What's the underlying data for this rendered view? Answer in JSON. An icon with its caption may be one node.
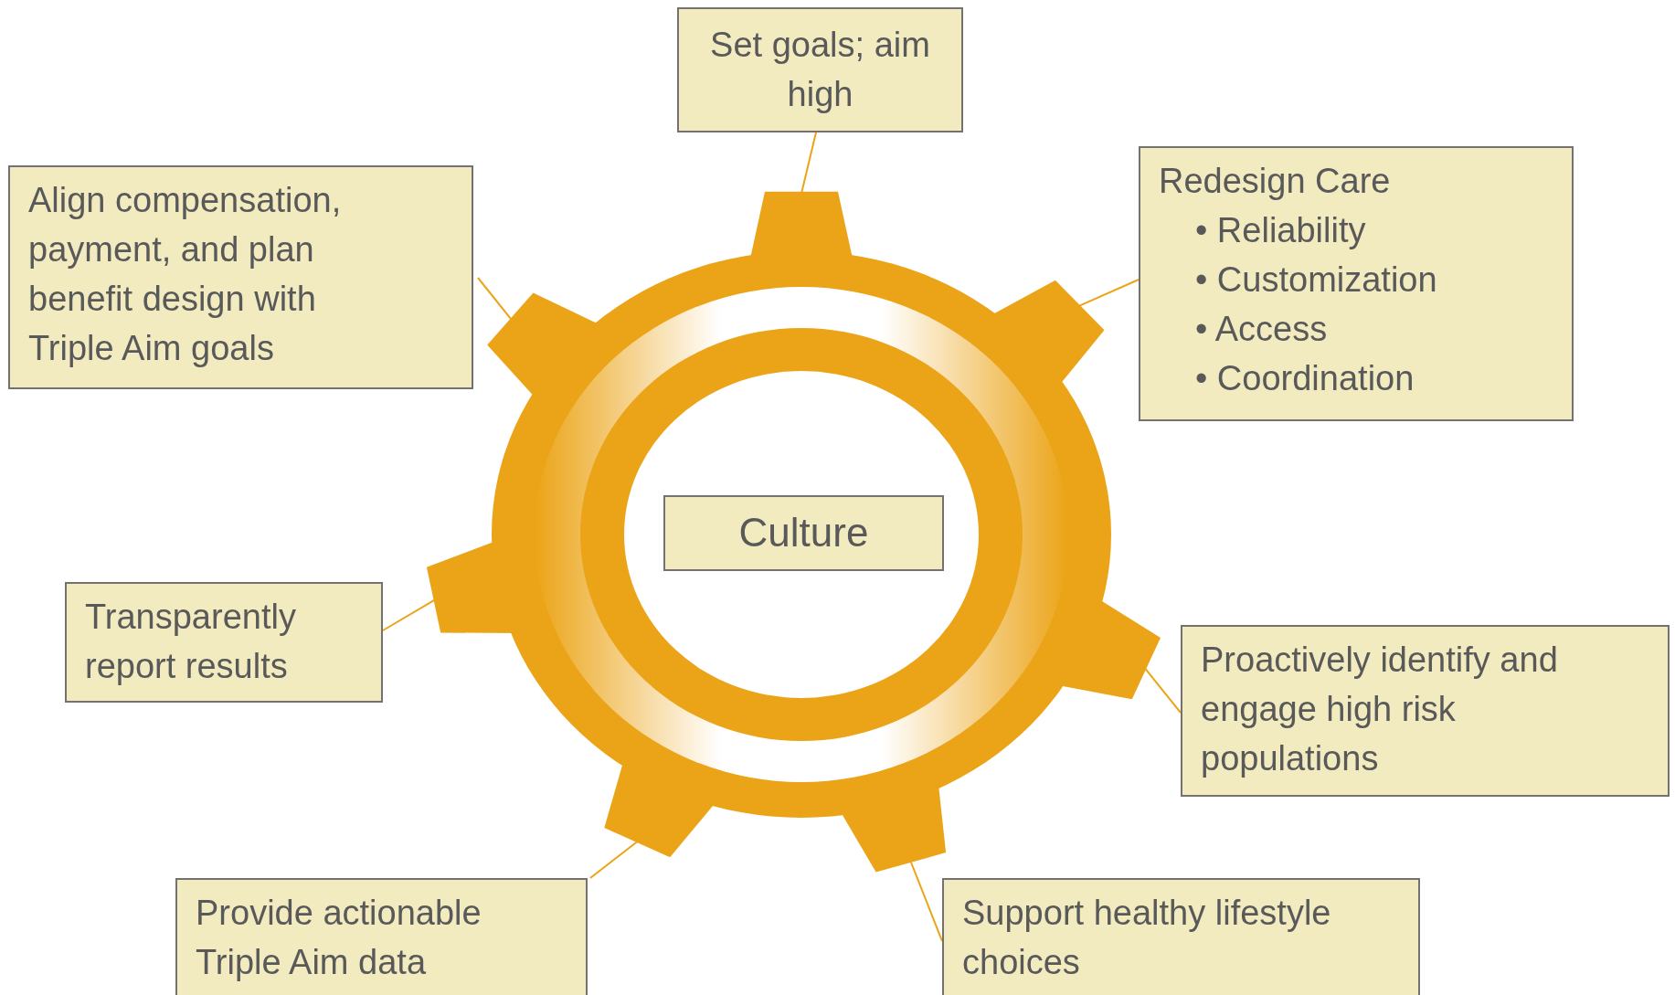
{
  "diagram": {
    "nodes": [
      {
        "text": [
          "Set goals; aim high"
        ]
      },
      {
        "text": [
          "Align compensation, payment, and plan benefit design with Triple Aim goals"
        ]
      },
      {
        "text": [
          "Redesign Care",
          "• Reliability",
          "• Customization",
          "• Access",
          "• Coordination"
        ]
      },
      {
        "text": [],
        "shape": "gear"
      },
      {
        "text": [
          "Culture"
        ],
        "in": 3
      },
      {
        "text": [
          "Transparently report results"
        ]
      },
      {
        "text": [
          "Proactively identify and engage high risk populations"
        ]
      },
      {
        "text": [
          "Provide actionable Triple Aim data"
        ]
      },
      {
        "text": [
          "Support healthy lifestyle choices"
        ]
      }
    ],
    "edges": [
      {
        "from": 0,
        "to": 3,
        "arrow": "none"
      },
      {
        "from": 1,
        "to": 3,
        "arrow": "none"
      },
      {
        "from": 2,
        "to": 3,
        "arrow": "none"
      },
      {
        "from": 5,
        "to": 3,
        "arrow": "none"
      },
      {
        "from": 6,
        "to": 3,
        "arrow": "none"
      },
      {
        "from": 7,
        "to": 3,
        "arrow": "none"
      },
      {
        "from": 8,
        "to": 3,
        "arrow": "none"
      }
    ]
  }
}
